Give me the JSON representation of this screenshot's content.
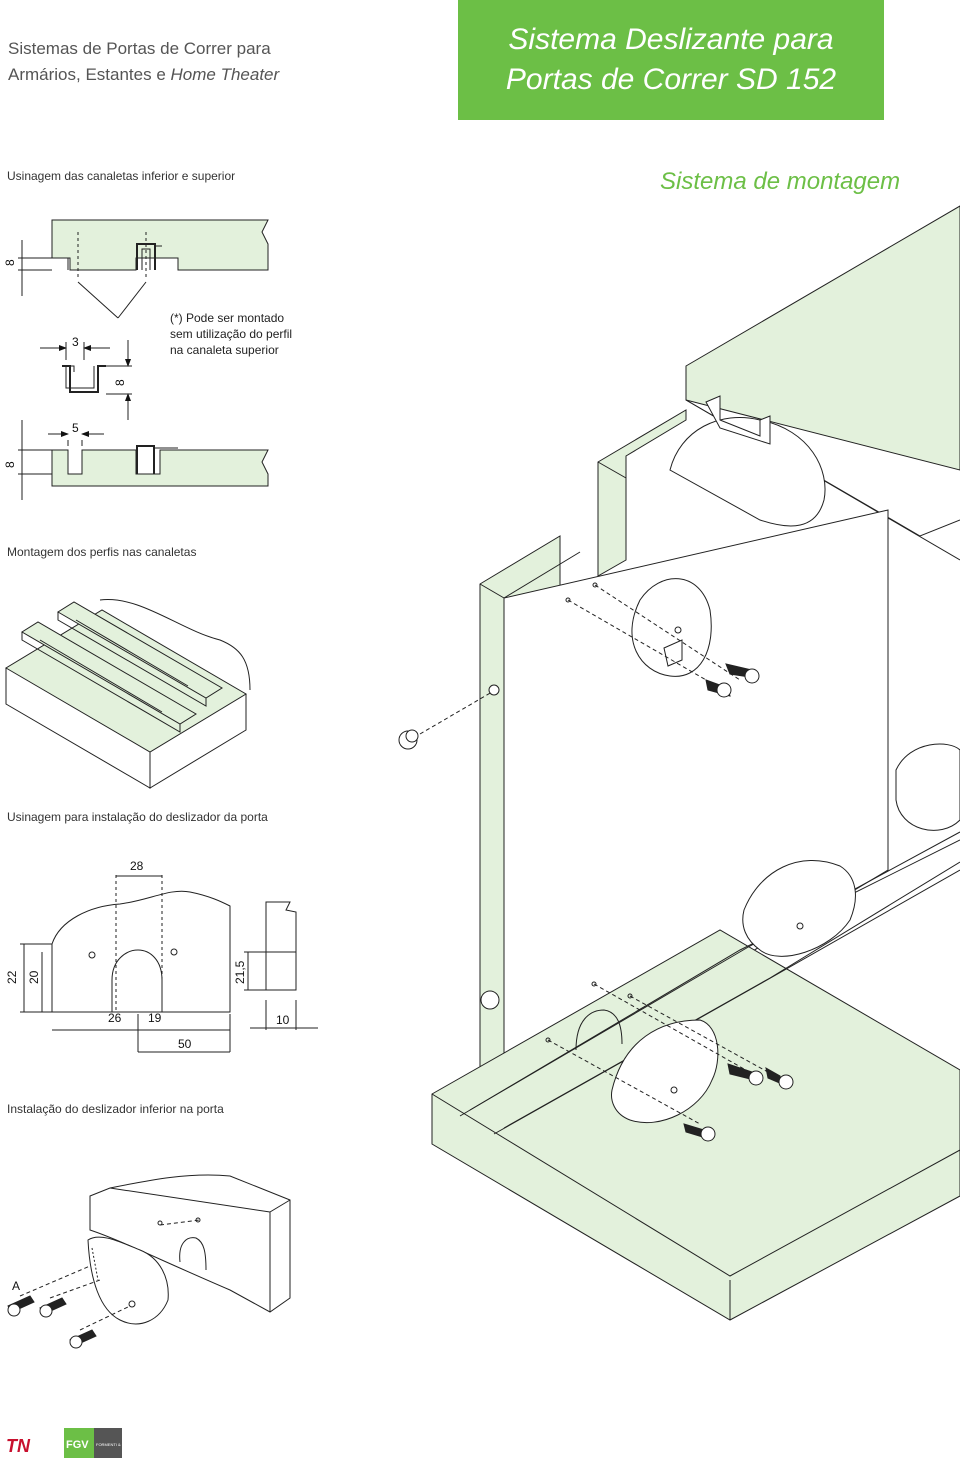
{
  "header": {
    "subtitle_line1": "Sistemas de Portas de Correr para",
    "subtitle_line2_a": "Armários, Estantes e ",
    "subtitle_line2_b": "Home Theater",
    "title_line1": "Sistema Deslizante para",
    "title_line2": "Portas de Correr SD 152"
  },
  "sections": {
    "usinagem_canaletas": "Usinagem das canaletas inferior e superior",
    "sistema_montagem": "Sistema de montagem",
    "montagem_perfis": "Montagem dos perfis nas canaletas",
    "usinagem_deslizador": "Usinagem para instalação do deslizador da porta",
    "instalacao_inferior": "Instalação do deslizador inferior na porta"
  },
  "note": {
    "line1": "(*) Pode ser montado",
    "line2": "sem utilização do perfil",
    "line3": "na canaleta superior"
  },
  "dims": {
    "d8a": "8",
    "d3": "3",
    "d8b": "8",
    "d5": "5",
    "d8c": "8",
    "d28": "28",
    "d22": "22",
    "d20": "20",
    "d21_5": "21,5",
    "d26": "26",
    "d19": "19",
    "d50": "50",
    "d10": "10",
    "label_a": "A"
  },
  "logos": {
    "brand1": "TN",
    "brand2": "FGV",
    "brand2_sub": "FORMENTI & GIOVENZANA"
  },
  "colors": {
    "accent": "#6cbf46",
    "panel": "#e3f1dc",
    "line": "#222222"
  }
}
